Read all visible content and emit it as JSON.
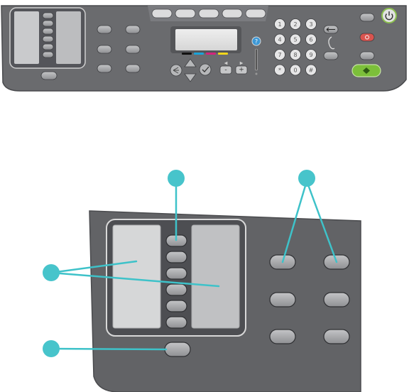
{
  "keypad": {
    "keys": [
      "1",
      "2",
      "3",
      "4",
      "5",
      "6",
      "7",
      "8",
      "9",
      "*",
      "0",
      "#"
    ]
  },
  "lcd": {
    "ink_colors": [
      "#111111",
      "#1aa3d9",
      "#d4237d",
      "#f1d61b"
    ]
  },
  "nav": {
    "minus_label": "-",
    "plus_label": "+",
    "left_arrow": "◀",
    "right_arrow": "▶"
  },
  "help_label": "?",
  "colors": {
    "panel": "#626366",
    "panel_border": "#4a4b4e",
    "button": "#a7a8aa",
    "callout_line": "#3ec2c9",
    "callout_dot": "#47c4cb",
    "start_button": "#7cbf3a",
    "cancel_button": "#d9544f",
    "help_button": "#3d98d6"
  },
  "icons": [
    "power-icon",
    "back-arrow-icon",
    "phone-handset-icon",
    "start-icon",
    "cancel-icon",
    "check-icon",
    "up-arrow-icon",
    "down-arrow-icon",
    "back-icon"
  ]
}
